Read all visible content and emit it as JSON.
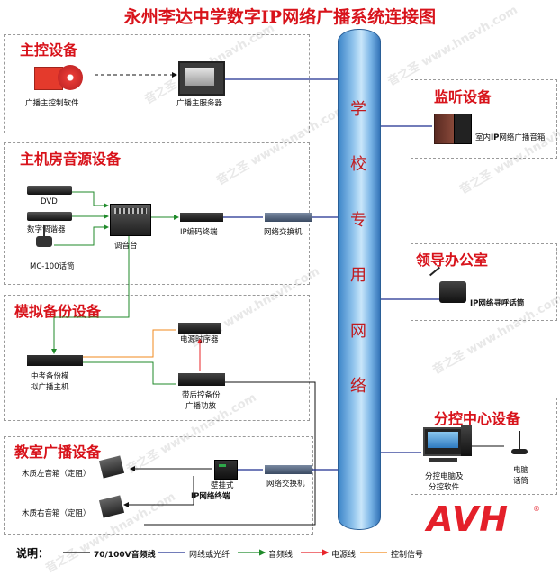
{
  "title": "永州李达中学数字IP网络广播系统连接图",
  "watermark": "音之圣 www.hnavh.com",
  "pipe_chars": [
    "学",
    "校",
    "专",
    "用",
    "网",
    "络"
  ],
  "sections": {
    "main_control": {
      "title": "主控设备",
      "software_label": "广播主控制软件",
      "server_label": "广播主服务器"
    },
    "monitor": {
      "title": "监听设备",
      "speaker_label_pre": "室内",
      "speaker_label_bold": "IP",
      "speaker_label_post": "网络广播音箱"
    },
    "source_room": {
      "title": "主机房音源设备",
      "dvd_label": "DVD",
      "tuner_label": "数字调谐器",
      "mic_label": "MC-100话筒",
      "mixer_label": "调音台",
      "encoder_label": "IP编码终端",
      "switch_label": "网络交换机"
    },
    "leader_office": {
      "title": "领导办公室",
      "paging_label": "IP网络寻呼话筒"
    },
    "analog_backup": {
      "title": "模拟备份设备",
      "host_label_1": "中考备份模",
      "host_label_2": "拟广播主机",
      "sequencer_label": "电源时序器",
      "amp_label_1": "带后控备份",
      "amp_label_2": "广播功放"
    },
    "branch_center": {
      "title": "分控中心设备",
      "pc_label_1": "分控电脑及",
      "pc_label_2": "分控软件",
      "pcmic_label_1": "电脑",
      "pcmic_label_2": "话筒"
    },
    "classroom": {
      "title": "教室广播设备",
      "left_speaker_label": "木质左音箱（定阻）",
      "right_speaker_label": "木质右音箱（定阻）",
      "wall_terminal_label_1": "壁挂式",
      "wall_terminal_label_2": "IP网络终端",
      "switch_label": "网络交换机"
    }
  },
  "logo_text": "AVH",
  "legend": {
    "title": "说明：",
    "items": [
      {
        "label": "70/100V音频线",
        "color": "#111111"
      },
      {
        "label": "网线或光纤",
        "color": "#1f2f8f"
      },
      {
        "label": "音频线",
        "color": "#1f8a2a"
      },
      {
        "label": "电源线",
        "color": "#e8242a"
      },
      {
        "label": "控制信号",
        "color": "#f28a1c"
      }
    ]
  },
  "colors": {
    "title_red": "#d8131b",
    "net": "#1f2f8f",
    "audio": "#1f8a2a",
    "power": "#e8242a",
    "control": "#f28a1c",
    "speaker_line": "#111111"
  }
}
